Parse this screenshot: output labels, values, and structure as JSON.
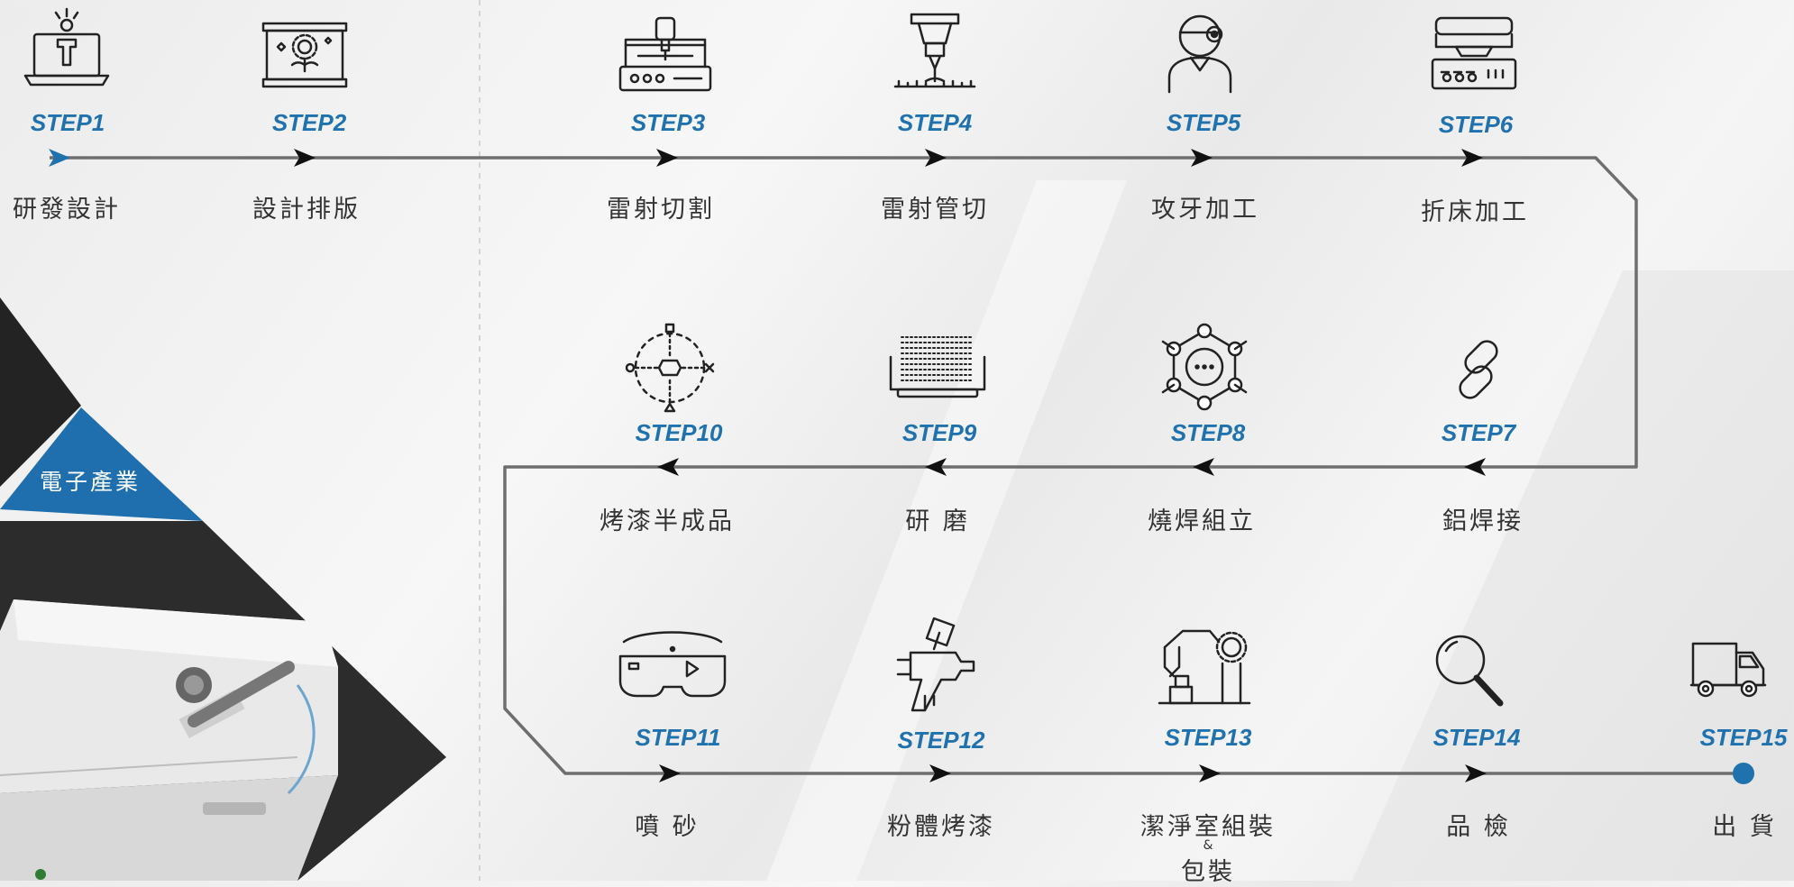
{
  "industry_label": "電子產業",
  "colors": {
    "accent": "#1f72ae",
    "line": "#6e6e6e",
    "text": "#333333"
  },
  "steps": [
    {
      "label": "STEP1",
      "name": "研發設計",
      "icon": "laptop-engineer-icon"
    },
    {
      "label": "STEP2",
      "name": "設計排版",
      "icon": "design-board-icon"
    },
    {
      "label": "STEP3",
      "name": "雷射切割",
      "icon": "laser-cutter-icon"
    },
    {
      "label": "STEP4",
      "name": "雷射管切",
      "icon": "laser-head-icon"
    },
    {
      "label": "STEP5",
      "name": "攻牙加工",
      "icon": "worker-goggles-icon"
    },
    {
      "label": "STEP6",
      "name": "折床加工",
      "icon": "press-brake-icon"
    },
    {
      "label": "STEP7",
      "name": "鋁焊接",
      "icon": "chain-link-icon"
    },
    {
      "label": "STEP8",
      "name": "燒焊組立",
      "icon": "molecule-icon"
    },
    {
      "label": "STEP9",
      "name": "研 磨",
      "icon": "grinding-grid-icon"
    },
    {
      "label": "STEP10",
      "name": "烤漆半成品",
      "icon": "target-shapes-icon"
    },
    {
      "label": "STEP11",
      "name": "噴 砂",
      "icon": "vr-goggles-icon"
    },
    {
      "label": "STEP12",
      "name": "粉體烤漆",
      "icon": "spray-gun-icon"
    },
    {
      "label": "STEP13",
      "name": "潔淨室組裝",
      "name_extra": "&",
      "name_line2": "包裝",
      "icon": "robot-arm-icon"
    },
    {
      "label": "STEP14",
      "name": "品 檢",
      "icon": "magnifier-icon"
    },
    {
      "label": "STEP15",
      "name": "出 貨",
      "icon": "truck-icon"
    }
  ]
}
